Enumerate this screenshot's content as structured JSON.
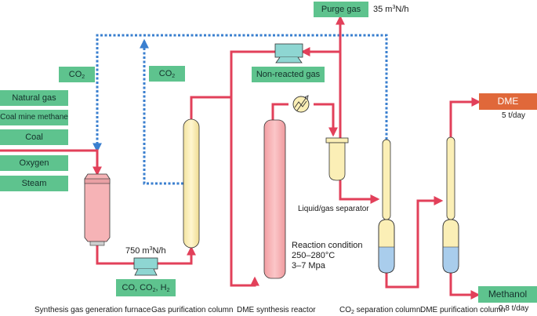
{
  "feeds": {
    "natural_gas": "Natural gas",
    "coal_mine_methane": "Coal mine methane",
    "coal": "Coal",
    "oxygen": "Oxygen",
    "steam": "Steam"
  },
  "co2_left": {
    "main": "CO",
    "sub": "2"
  },
  "co2_right": {
    "main": "CO",
    "sub": "2"
  },
  "purge": {
    "label": "Purge gas",
    "flow_main": "35 m",
    "flow_sup": "3",
    "flow_unit": "N/h"
  },
  "non_reacted_gas": "Non-reacted gas",
  "syngas_flow": {
    "main": "750 m",
    "sup": "3",
    "unit": "N/h"
  },
  "syngas_composition": {
    "a": "CO, CO",
    "sub1": "2",
    "b": ", H",
    "sub2": "2"
  },
  "separator_label": "Liquid/gas separator",
  "reaction_condition": {
    "line1": "Reaction condition",
    "line2": "250–280°C",
    "line3": "3–7 Mpa"
  },
  "products": {
    "dme": {
      "label": "DME",
      "rate": "5 t/day"
    },
    "methanol": {
      "label": "Methanol",
      "rate": "0.8 t/day"
    }
  },
  "units": {
    "furnace": "Synthesis gas generation furnace",
    "purification": "Gas purification column",
    "reactor": "DME synthesis reactor",
    "co2_sep_main": "CO",
    "co2_sep_sub": "2",
    "co2_sep_rest": " separation column",
    "dme_purification": "DME purification column"
  },
  "colors": {
    "process_line": "#e2405a",
    "recycle_line": "#3a7fcf",
    "feed_box": "#5ec38e",
    "product_box": "#e0683a",
    "column_fill": "#fbefb6",
    "reactor_fill": "#f6b3b6",
    "liquid_fill": "#a9cdec",
    "compressor_fill": "#8ed6d2"
  }
}
